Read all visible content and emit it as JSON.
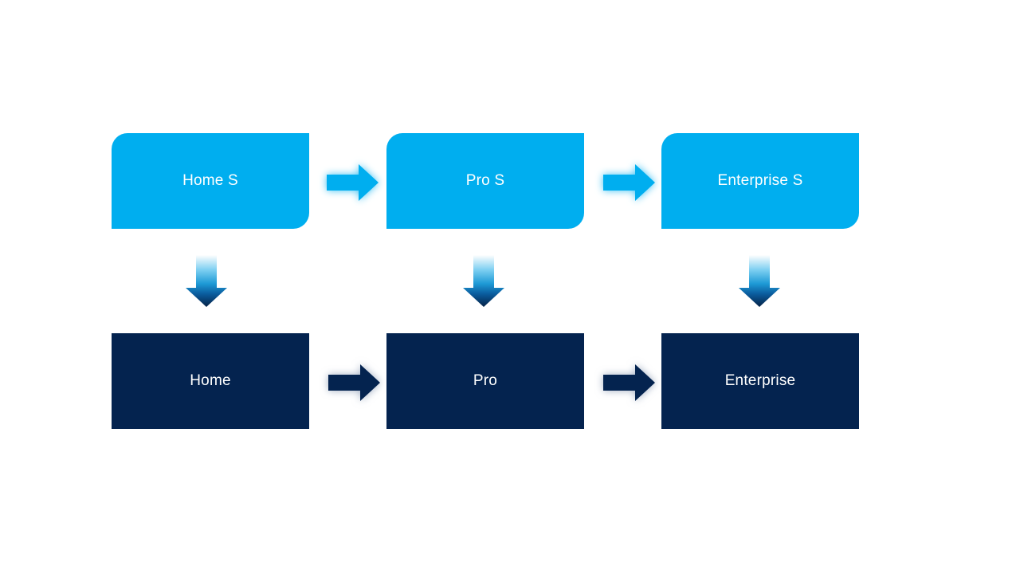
{
  "diagram": {
    "type": "upgrade-flow",
    "rows": {
      "top": {
        "style": "rounded-diagonal-corners",
        "fill_color": "#00AEEF",
        "text_color": "#FFFFFF",
        "items": [
          {
            "label": "Home S"
          },
          {
            "label": "Pro S"
          },
          {
            "label": "Enterprise S"
          }
        ]
      },
      "bottom": {
        "style": "square-corners",
        "fill_color": "#04234F",
        "text_color": "#FFFFFF",
        "items": [
          {
            "label": "Home"
          },
          {
            "label": "Pro"
          },
          {
            "label": "Enterprise"
          }
        ]
      }
    },
    "connectors": {
      "horizontal_top": {
        "count": 2,
        "color": "#00AEEF",
        "glow": "#00AEEF"
      },
      "horizontal_bottom": {
        "count": 2,
        "color": "#04234F",
        "glow": "#8096B4"
      },
      "vertical": {
        "count": 3,
        "gradient_top": "#FEFEFE",
        "gradient_mid": "#1E9AD6",
        "gradient_bottom": "#062246"
      }
    },
    "background_color": "#FFFFFF"
  }
}
